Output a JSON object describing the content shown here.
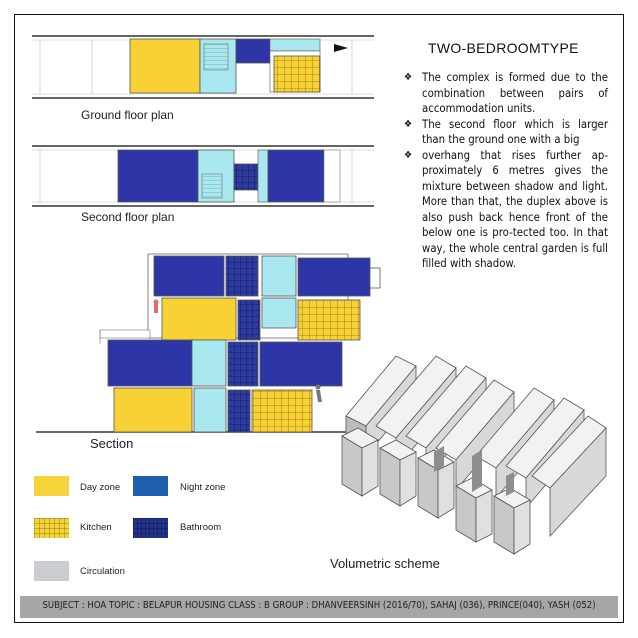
{
  "title": "TWO-BEDROOMTYPE",
  "bullets": [
    "The complex is formed due to the combination between pairs of accommodation units.",
    "The second floor which is larger than the ground one with a big",
    "overhang that rises further ap-proximately 6 metres gives the mixture between shadow and light. More than that, the duplex above is also push back hence front of the below one is pro-tected too. In that way, the whole central garden is full filled with shadow."
  ],
  "labels": {
    "ground_floor": "Ground floor plan",
    "second_floor": "Second floor plan",
    "section": "Section",
    "volumetric": "Volumetric scheme"
  },
  "legend": [
    {
      "label": "Day zone",
      "color": "#f5d33a"
    },
    {
      "label": "Night zone",
      "color": "#1e5fb0"
    },
    {
      "label": "Kitchen",
      "color": "#f5d33a"
    },
    {
      "label": "Bathroom",
      "color": "#22348c"
    },
    {
      "label": "Circulation",
      "color": "#c9cdd0"
    }
  ],
  "colors": {
    "day": "#f8d135",
    "night": "#2e35a6",
    "circulation": "#a9e8ef",
    "frame": "#111111",
    "footer": "#a6a6a6"
  },
  "footer": "SUBJECT : HOA TOPIC : BELAPUR HOUSING  CLASS : B GROUP : DHANVEERSINH (2016/70),  SAHAJ (036),  PRINCE(040),  YASH (052)"
}
